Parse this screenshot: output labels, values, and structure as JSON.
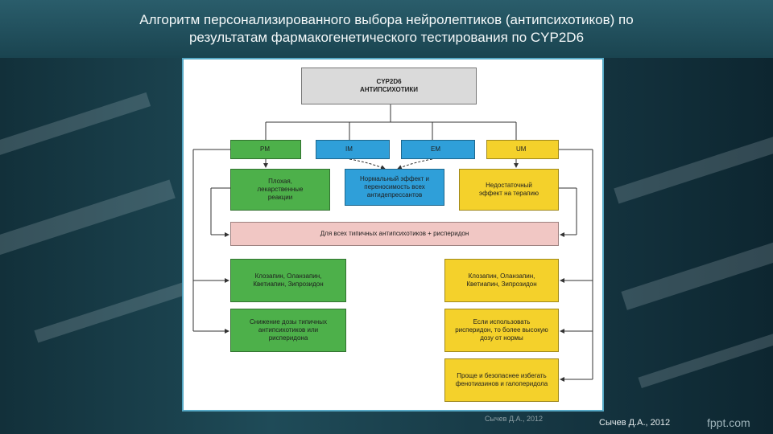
{
  "slide": {
    "title_line1": "Алгоритм персонализированного выбора нейролептиков (антипсихотиков) по",
    "title_line2": "результатам фармакогенетического тестирования по CYP2D6"
  },
  "diagram": {
    "top_line1": "CYP2D6",
    "top_line2": "АНТИПСИХОТИКИ",
    "phenotypes": {
      "pm": "PM",
      "im": "IM",
      "em": "EM",
      "um": "UM"
    },
    "effects": {
      "poor": "Плохая, лекарственные реакции",
      "normal": "Нормальный эффект и переносимость всех антидепрессантов",
      "insufficient": "Недостаточный эффект на терапию"
    },
    "all_typical": "Для всех типичных антипсихотиков + рисперидон",
    "left_rec1": "Клозапин, Оланзапин, Кветиапин, Зипрозидон",
    "left_rec2": "Снижение дозы типичных антипсихотиков или рисперидона",
    "right_rec1": "Клозапин, Оланзапин, Кветиапин, Зипрозидон",
    "right_rec2": "Если использовать рисперидон, то более высокую дозу от нормы",
    "right_rec3": "Проще и безопаснее избегать фенотиазинов и галоперидола",
    "colors": {
      "green": "#4db04a",
      "blue": "#2f9fd9",
      "yellow": "#f4d12b",
      "pink": "#f1c7c4",
      "grey": "#dadada"
    }
  },
  "footer": {
    "inner_credit": "Сычев Д.А., 2012",
    "credit": "Сычев Д.А., 2012",
    "brand": "fppt.com"
  }
}
